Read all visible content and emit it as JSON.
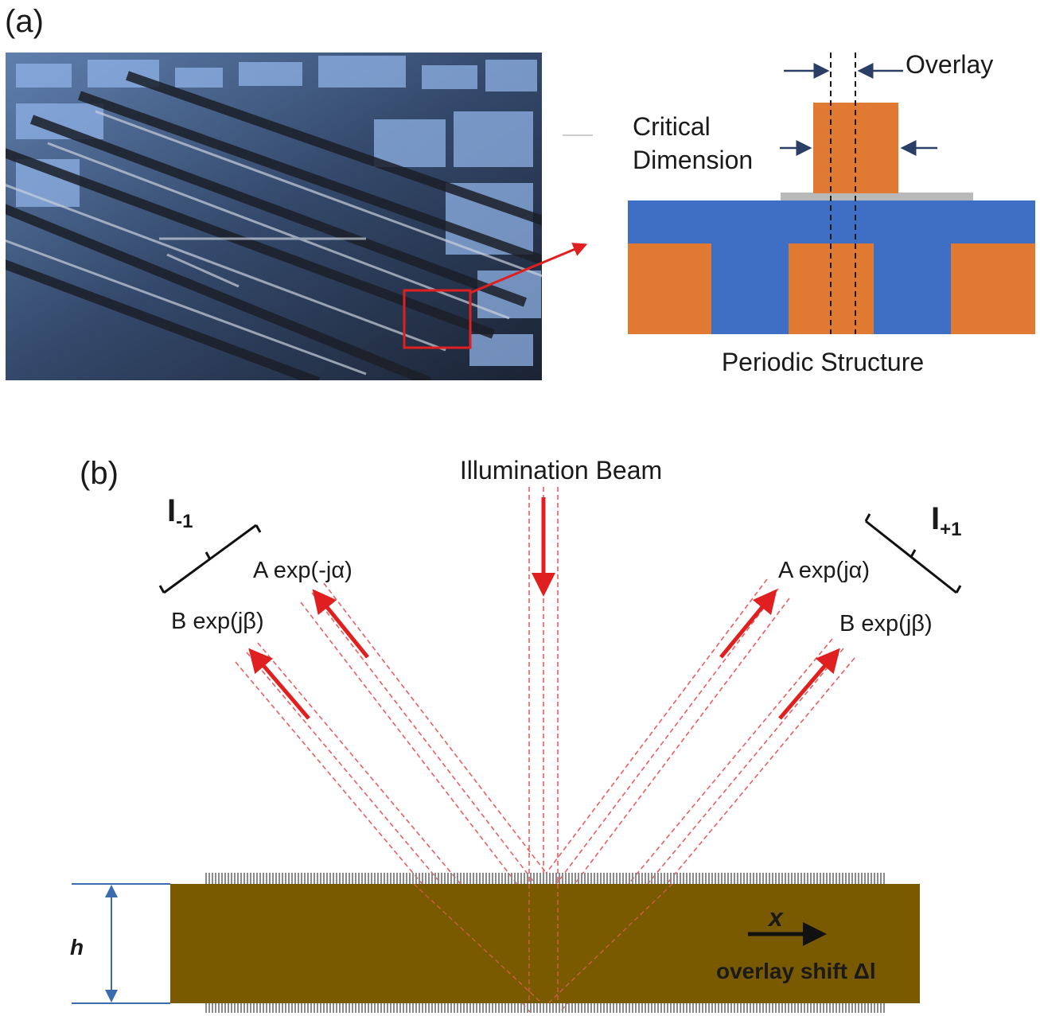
{
  "panel_a": {
    "label": "(a)",
    "overlay_label": "Overlay",
    "cd_label_line1": "Critical",
    "cd_label_line2": "Dimension",
    "structure_label": "Periodic Structure",
    "colors": {
      "copper": "#e07a33",
      "dielectric": "#3e6fc4",
      "base": "#b9b9b9",
      "highlight": "#e02020"
    }
  },
  "panel_b": {
    "label": "(b)",
    "illumination_label": "Illumination Beam",
    "detector_minus": {
      "main": "I",
      "sub": "-1"
    },
    "detector_plus": {
      "main": "I",
      "sub": "+1"
    },
    "wave_a_minus": "A exp(-jα)",
    "wave_b_minus": "B exp(jβ)",
    "wave_a_plus": "A exp(jα)",
    "wave_b_plus": "B exp(jβ)",
    "height_label": "h",
    "axis_label": "x",
    "shift_label": "overlay shift Δl",
    "colors": {
      "layer": "#7a5a00",
      "beam": "#e02020",
      "dim": "#3a6bb0"
    }
  }
}
